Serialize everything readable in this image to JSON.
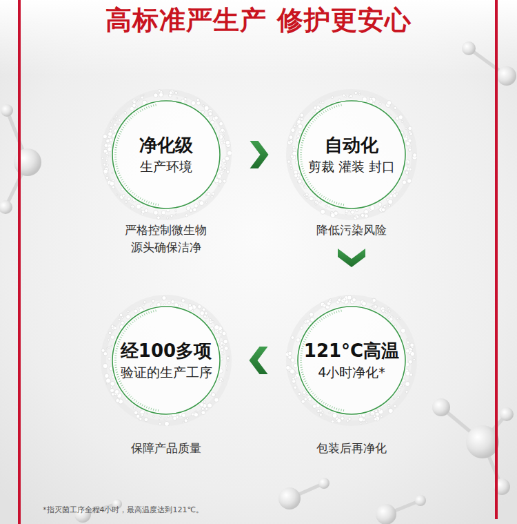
{
  "diagram": {
    "title": "高标准严生产 修护更安心",
    "nodes": [
      {
        "text": [
          "净化级",
          "生产环境",
          "严格控制微生物 源头确保洁净"
        ]
      },
      {
        "text": [
          "自动化",
          "剪裁 灌装 封口",
          "降低污染风险"
        ]
      },
      {
        "text": [
          "121°C高温",
          "4小时净化*",
          "包装后再净化"
        ]
      },
      {
        "text": [
          "经100多项",
          "验证的生产工序",
          "保障产品质量"
        ]
      }
    ],
    "edges": [
      {
        "from": 0,
        "to": 1,
        "arrow": "to"
      },
      {
        "from": 1,
        "to": 2,
        "arrow": "to"
      },
      {
        "from": 2,
        "to": 3,
        "arrow": "to"
      }
    ],
    "labels": [
      "*指灭菌工序全程4小时，最高温度达到121℃。"
    ]
  }
}
